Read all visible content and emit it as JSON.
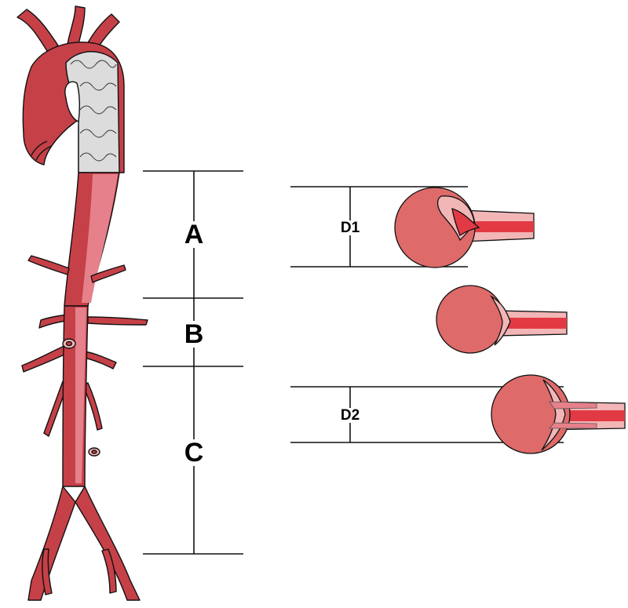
{
  "labels": {
    "segment_a": "A",
    "segment_b": "B",
    "segment_c": "C",
    "diameter_1": "D1",
    "diameter_2": "D2"
  },
  "colors": {
    "vessel": "#c64048",
    "vessel_light": "#e6808a",
    "sac": "#de6a6a",
    "sac_wall": "#f2b6b6",
    "lumen": "#e23a44",
    "stent": "#dcdcdc",
    "line": "#111111"
  }
}
